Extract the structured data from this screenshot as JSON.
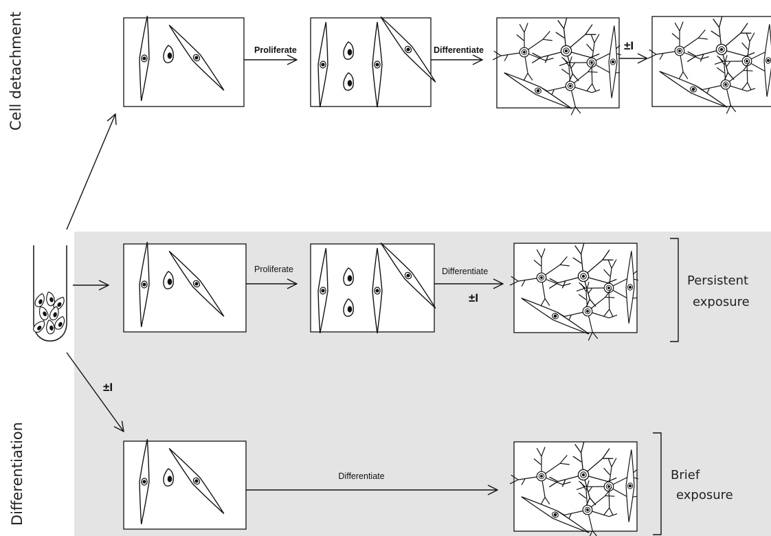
{
  "labels": {
    "cell_detachment": "Cell detachment",
    "differentiation": "Differentiation"
  },
  "steps": {
    "proliferate": "Proliferate",
    "differentiate": "Differentiate",
    "plus_minus_i": "±I"
  },
  "exposures": {
    "persistent": [
      "Persistent",
      "exposure"
    ],
    "brief": [
      "Brief",
      "exposure"
    ]
  },
  "colors": {
    "shaded_region": "#e4e4e4",
    "stroke": "#111111",
    "panel_fill": "#ffffff"
  }
}
